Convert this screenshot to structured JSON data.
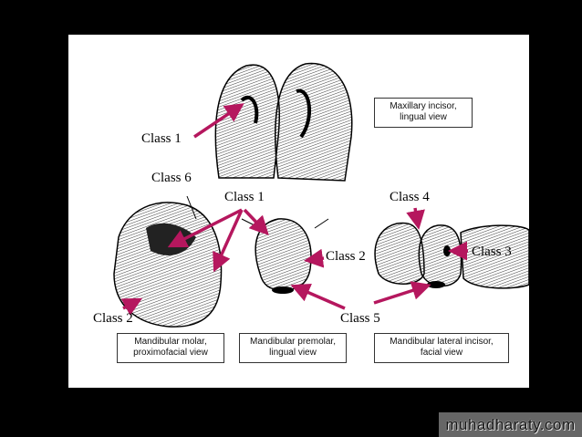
{
  "labels": {
    "class1_top": "Class 1",
    "class6": "Class 6",
    "class1_mid": "Class 1",
    "class4": "Class 4",
    "class3": "Class 3",
    "class2_mid": "Class 2",
    "class2_left": "Class 2",
    "class5": "Class 5"
  },
  "captions": {
    "maxillary": [
      "Maxillary incisor,",
      "lingual view"
    ],
    "molar": [
      "Mandibular molar,",
      "proximofacial view"
    ],
    "premolar": [
      "Mandibular premolar,",
      "lingual view"
    ],
    "lateral": [
      "Mandibular lateral incisor,",
      "facial view"
    ]
  },
  "watermark": "muhadharaty.com",
  "colors": {
    "arrow": "#b5175e",
    "background": "#000000",
    "panel": "#ffffff"
  }
}
